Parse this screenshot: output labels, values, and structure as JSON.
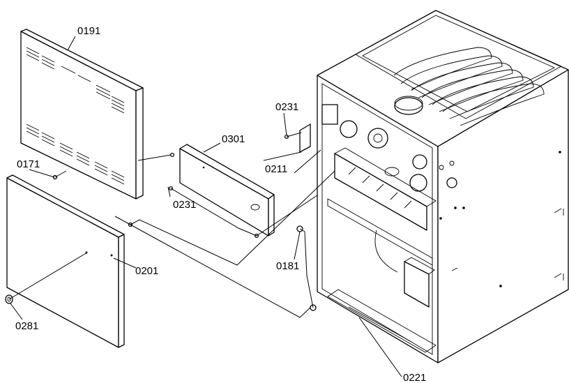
{
  "labels": {
    "l0191": "0191",
    "l0171": "0171",
    "l0301": "0301",
    "l0231a": "0231",
    "l0231b": "0231",
    "l0211": "0211",
    "l0201": "0201",
    "l0181": "0181",
    "l0281": "0281",
    "l0221": "0221"
  }
}
